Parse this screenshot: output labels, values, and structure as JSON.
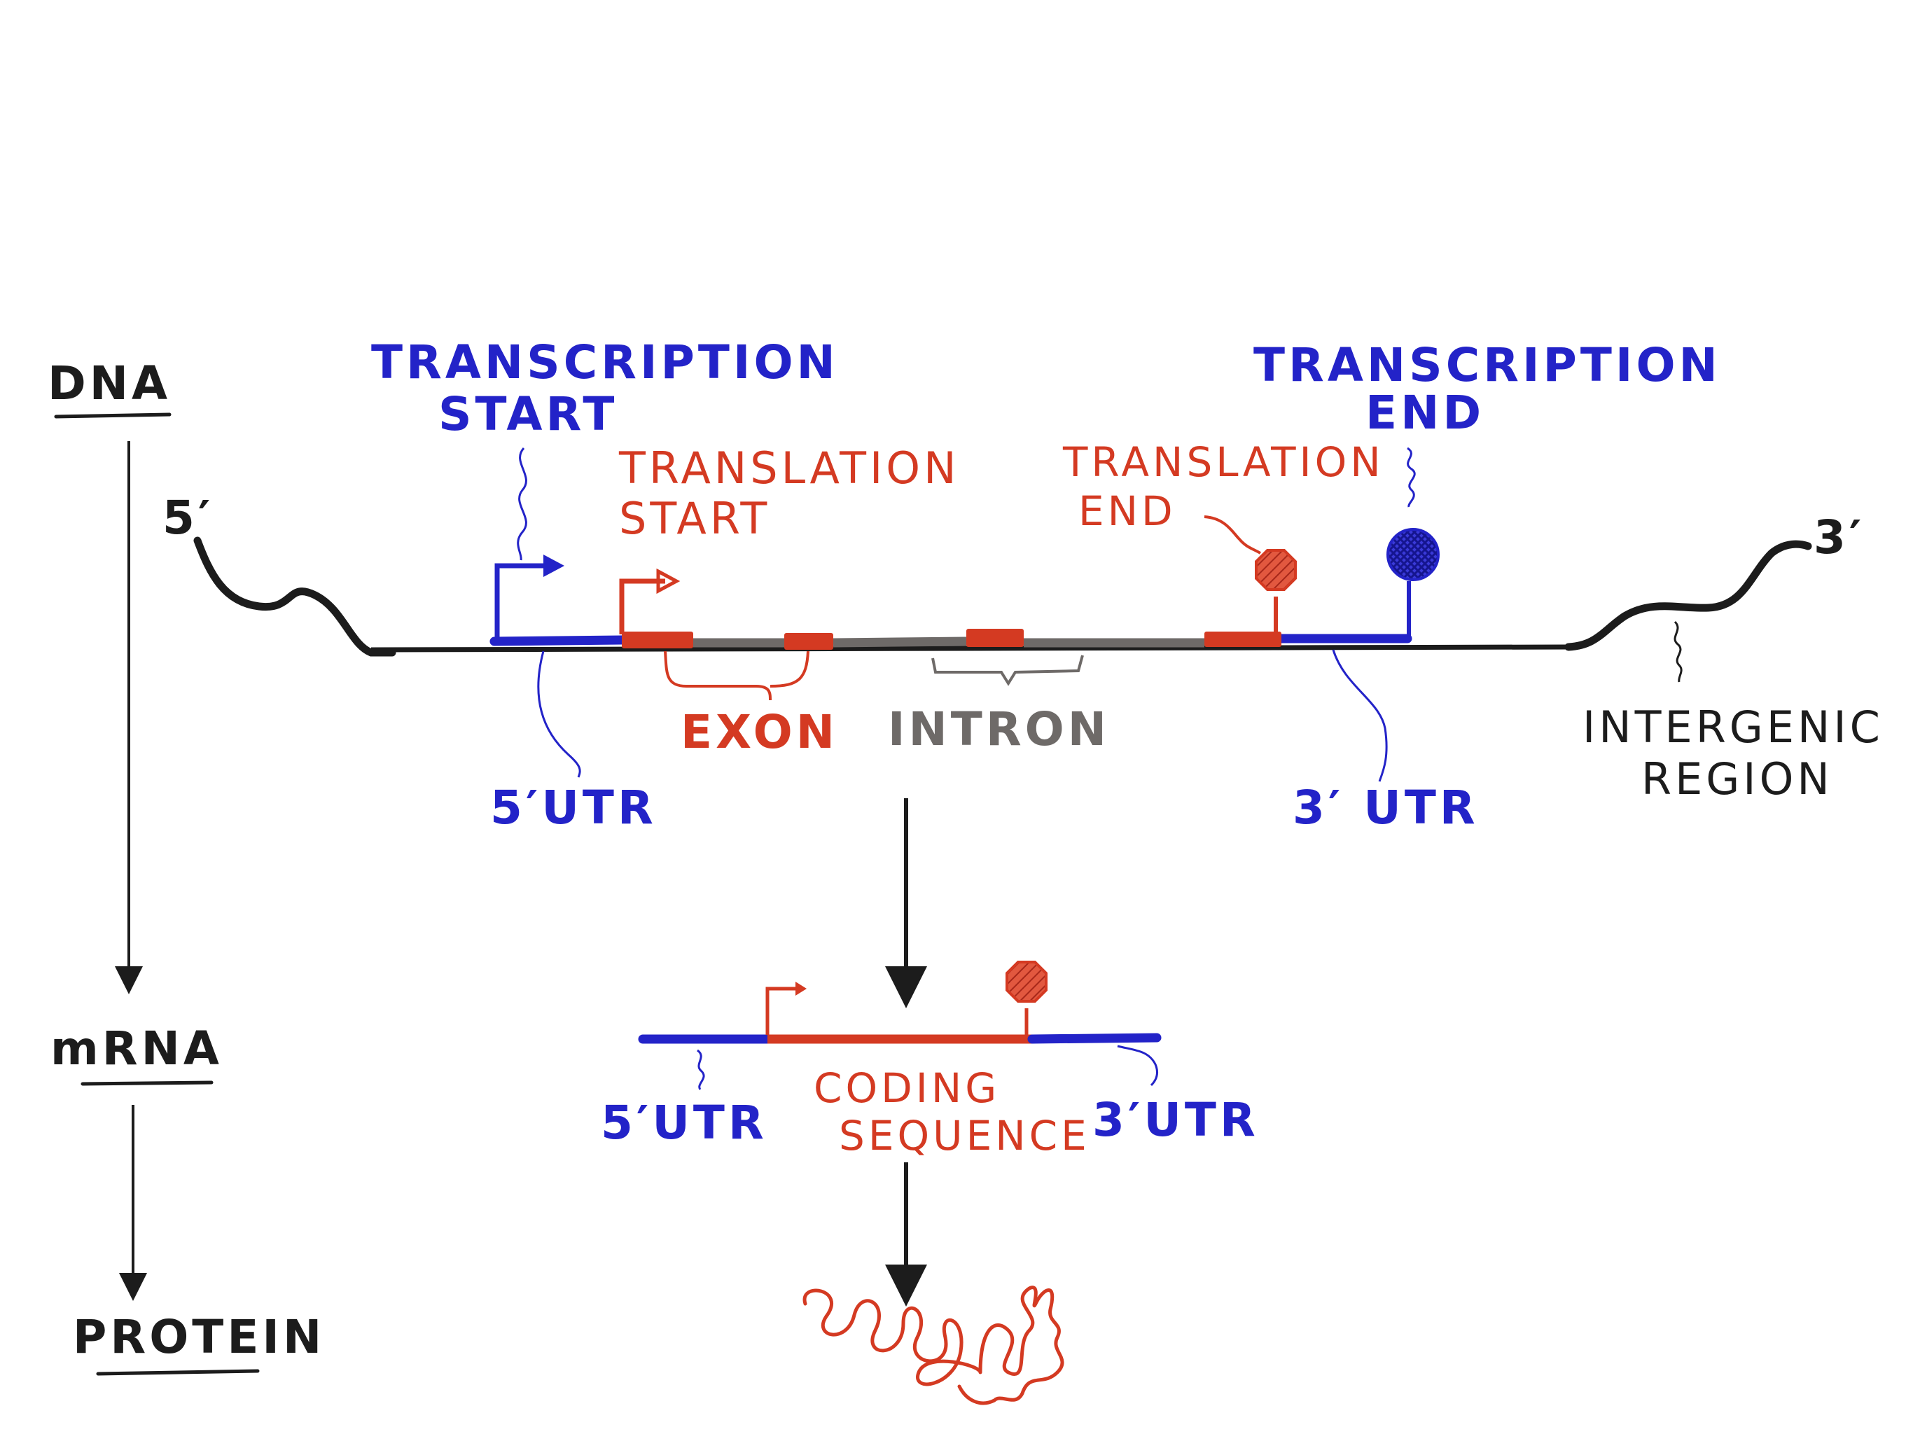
{
  "stages": {
    "dna": "DNA",
    "mrna": "mRNA",
    "protein": "PROTEIN"
  },
  "ends": {
    "five_prime": "5′",
    "three_prime": "3′"
  },
  "dna_labels": {
    "transcription_start_1": "TRANSCRIPTION",
    "transcription_start_2": "START",
    "translation_start_1": "TRANSLATION",
    "translation_start_2": "START",
    "translation_end_1": "TRANSLATION",
    "translation_end_2": "END",
    "transcription_end_1": "TRANSCRIPTION",
    "transcription_end_2": "END",
    "exon": "EXON",
    "intron": "INTRON",
    "utr5": "5′UTR",
    "utr3": "3′ UTR",
    "intergenic_1": "INTERGENIC",
    "intergenic_2": "REGION"
  },
  "mrna_labels": {
    "utr5": "5′UTR",
    "coding_1": "CODING",
    "coding_2": "SEQUENCE",
    "utr3": "3′UTR"
  },
  "colors": {
    "blue": "#2323c8",
    "red": "#d43a22",
    "grey": "#6e6a68",
    "black": "#1c1c1c"
  }
}
